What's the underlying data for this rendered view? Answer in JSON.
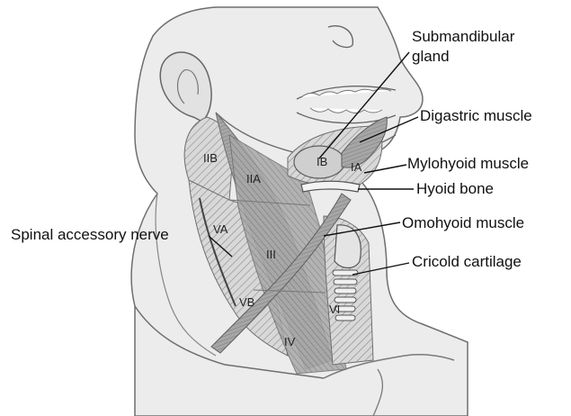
{
  "colors": {
    "skin": "#e9e9e9",
    "skin_outline": "#6e6e6e",
    "muscle": "#9c9c9c",
    "muscle_light": "#bdbdbd",
    "zone_shade": "#8a8a8a",
    "text": "#111111"
  },
  "labels": {
    "submandibular_gland": [
      "Submandibular",
      "gland"
    ],
    "digastric_muscle": "Digastric muscle",
    "mylohyoid_muscle": "Mylohyoid muscle",
    "hyoid_bone": "Hyoid bone",
    "omohyoid_muscle": "Omohyoid muscle",
    "cricoid_cartilage": "Cricold cartilage",
    "spinal_accessory_nerve": "Spinal accessory nerve"
  },
  "levels": {
    "IA": "IA",
    "IB": "IB",
    "IIA": "IIA",
    "IIB": "IIB",
    "III": "III",
    "IV": "IV",
    "VA": "VA",
    "VB": "VB",
    "VI": "VI"
  }
}
